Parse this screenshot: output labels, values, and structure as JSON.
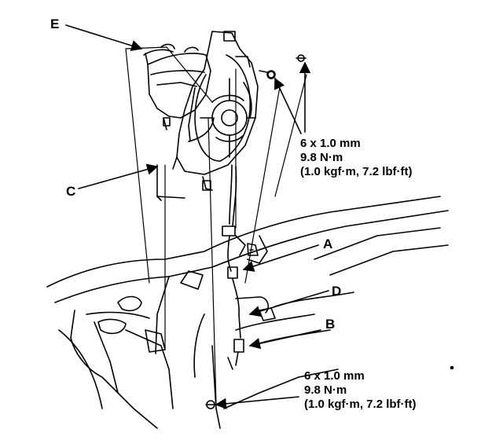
{
  "labels": {
    "E": "E",
    "C": "C",
    "A": "A",
    "D": "D",
    "B": "B"
  },
  "torque_specs": [
    {
      "size": "6 x 1.0 mm",
      "torque_nm": "9.8 N·m",
      "torque_alt": "(1.0 kgf·m, 7.2 lbf·ft)"
    },
    {
      "size": "6 x 1.0 mm",
      "torque_nm": "9.8 N·m",
      "torque_alt": "(1.0 kgf·m, 7.2 lbf·ft)"
    }
  ]
}
